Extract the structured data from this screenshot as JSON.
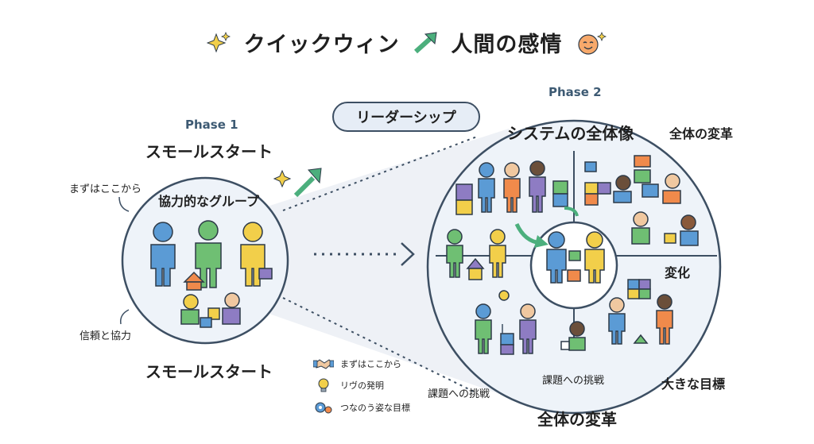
{
  "title": {
    "part1": "クイックウィン",
    "part2": "人間の感情"
  },
  "left": {
    "phase": "Phase 1",
    "heading_top": "スモールスタート",
    "group_label": "協力的なグループ",
    "side_label_top": "まずはここから",
    "side_label_bottom": "信頼と協力",
    "heading_bottom": "スモールスタート"
  },
  "center": {
    "pill": "リーダーシップ"
  },
  "right": {
    "phase": "Phase 2",
    "heading_top": "システムの全体像",
    "label_top_right": "全体の変革",
    "label_change": "変化",
    "label_big_goal": "大きな目標",
    "label_challenge_inner": "課題への挑戦",
    "label_challenge_outer": "課題への挑戦",
    "heading_bottom": "全体の変革"
  },
  "legend": [
    {
      "icon": "handshake-icon",
      "label": "まずはここから"
    },
    {
      "icon": "lightbulb-icon",
      "label": "リヴの発明"
    },
    {
      "icon": "gears-icon",
      "label": "つなのう姿な目標"
    }
  ],
  "colors": {
    "outline": "#3d4f63",
    "circle_fill": "#eef3f9",
    "arrow_green": "#4caf7d",
    "person_blue": "#5b9bd5",
    "person_green": "#6fbf73",
    "person_yellow": "#f2cf4a",
    "person_purple": "#8e7cc3",
    "person_orange": "#f08a4b"
  }
}
